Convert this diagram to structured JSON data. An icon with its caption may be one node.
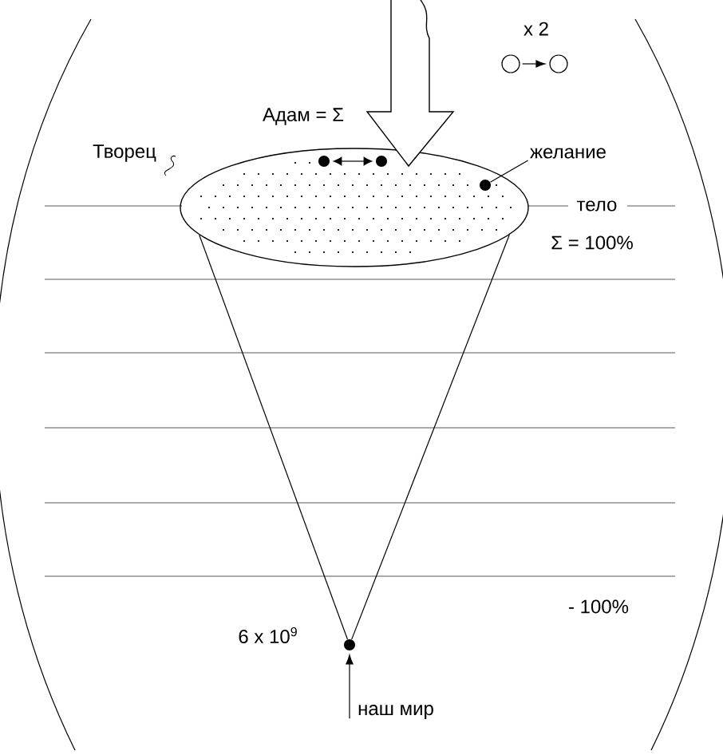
{
  "diagram": {
    "nodes": [
      {
        "text": [],
        "shape": "ellipse"
      },
      {
        "text": [
          "желание"
        ]
      },
      {
        "text": [],
        "shape": "dot",
        "in": 0
      },
      {
        "text": [
          "наш мир"
        ]
      },
      {
        "text": [],
        "shape": "dot"
      },
      {
        "text": [],
        "shape": "circle"
      },
      {
        "text": [],
        "shape": "circle"
      },
      {
        "text": [],
        "shape": "dot",
        "in": 0
      },
      {
        "text": [],
        "shape": "dot",
        "in": 0
      }
    ],
    "edges": [
      {
        "from": null,
        "to": 0,
        "arrow": "to",
        "style": "thick"
      },
      {
        "from": 1,
        "to": 2,
        "arrow": "none"
      },
      {
        "from": 3,
        "to": 4,
        "arrow": "to"
      },
      {
        "from": 5,
        "to": 6,
        "arrow": "to"
      },
      {
        "from": 7,
        "to": 8,
        "arrow": "both"
      },
      {
        "from": 0,
        "to": 4,
        "arrow": "none"
      },
      {
        "from": 0,
        "to": 4,
        "arrow": "none"
      }
    ],
    "labels": [
      "Адам = Σ",
      "Творец",
      "x 2",
      "тело",
      "Σ = 100%",
      "6 x 10$^{9}$",
      "- 100%"
    ]
  }
}
